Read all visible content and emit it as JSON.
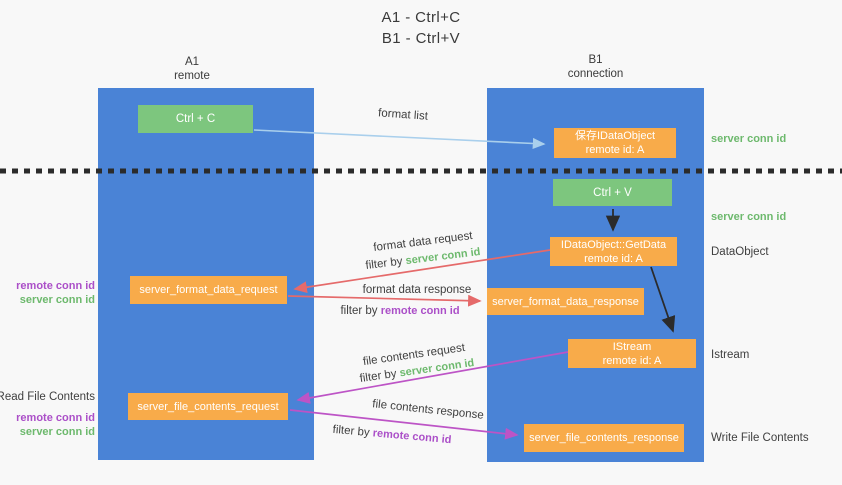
{
  "title": {
    "line1": "A1 - Ctrl+C",
    "line2": "B1 - Ctrl+V"
  },
  "lanes": {
    "a1": {
      "name": "A1",
      "subtitle": "remote"
    },
    "b1": {
      "name": "B1",
      "subtitle": "connection"
    }
  },
  "nodes": {
    "ctrl_c": "Ctrl + C",
    "ctrl_v": "Ctrl + V",
    "save_dataobject": {
      "line1": "保存IDataObject",
      "line2": "remote id: A"
    },
    "getdata": {
      "line1": "IDataObject::GetData",
      "line2": "remote id: A"
    },
    "istream": {
      "line1": "IStream",
      "line2": "remote id: A"
    },
    "format_request": "server_format_data_request",
    "format_response": "server_format_data_response",
    "file_request": "server_file_contents_request",
    "file_response": "server_file_contents_response"
  },
  "arrow_labels": {
    "format_list": "format list",
    "format_data_request": "format data request",
    "format_data_response": "format data response",
    "file_contents_request": "file contents request",
    "file_contents_response": "file contents response",
    "filter_by": "filter by",
    "server_conn_id": "server conn id",
    "remote_conn_id": "remote conn id"
  },
  "side_labels": {
    "server_conn_id": "server conn id",
    "remote_conn_id": "remote conn id",
    "dataobject": "DataObject",
    "istream": "Istream",
    "read_file_contents": "Read File Contents",
    "write_file_contents": "Write File Contents"
  },
  "colors": {
    "background": "#f8f8f8",
    "lane_blue": "#4a83d6",
    "node_green": "#7dc67e",
    "node_orange": "#f8ab4a",
    "arrow_lightblue": "#a9cfec",
    "arrow_red": "#e56a6a",
    "arrow_purple": "#bd54c6",
    "arrow_black": "#2b2b2b",
    "divider_black": "#2b2b2b",
    "label_green": "#6db96d",
    "label_purple": "#ab4fc8",
    "text_dark": "#3f3f3f"
  }
}
